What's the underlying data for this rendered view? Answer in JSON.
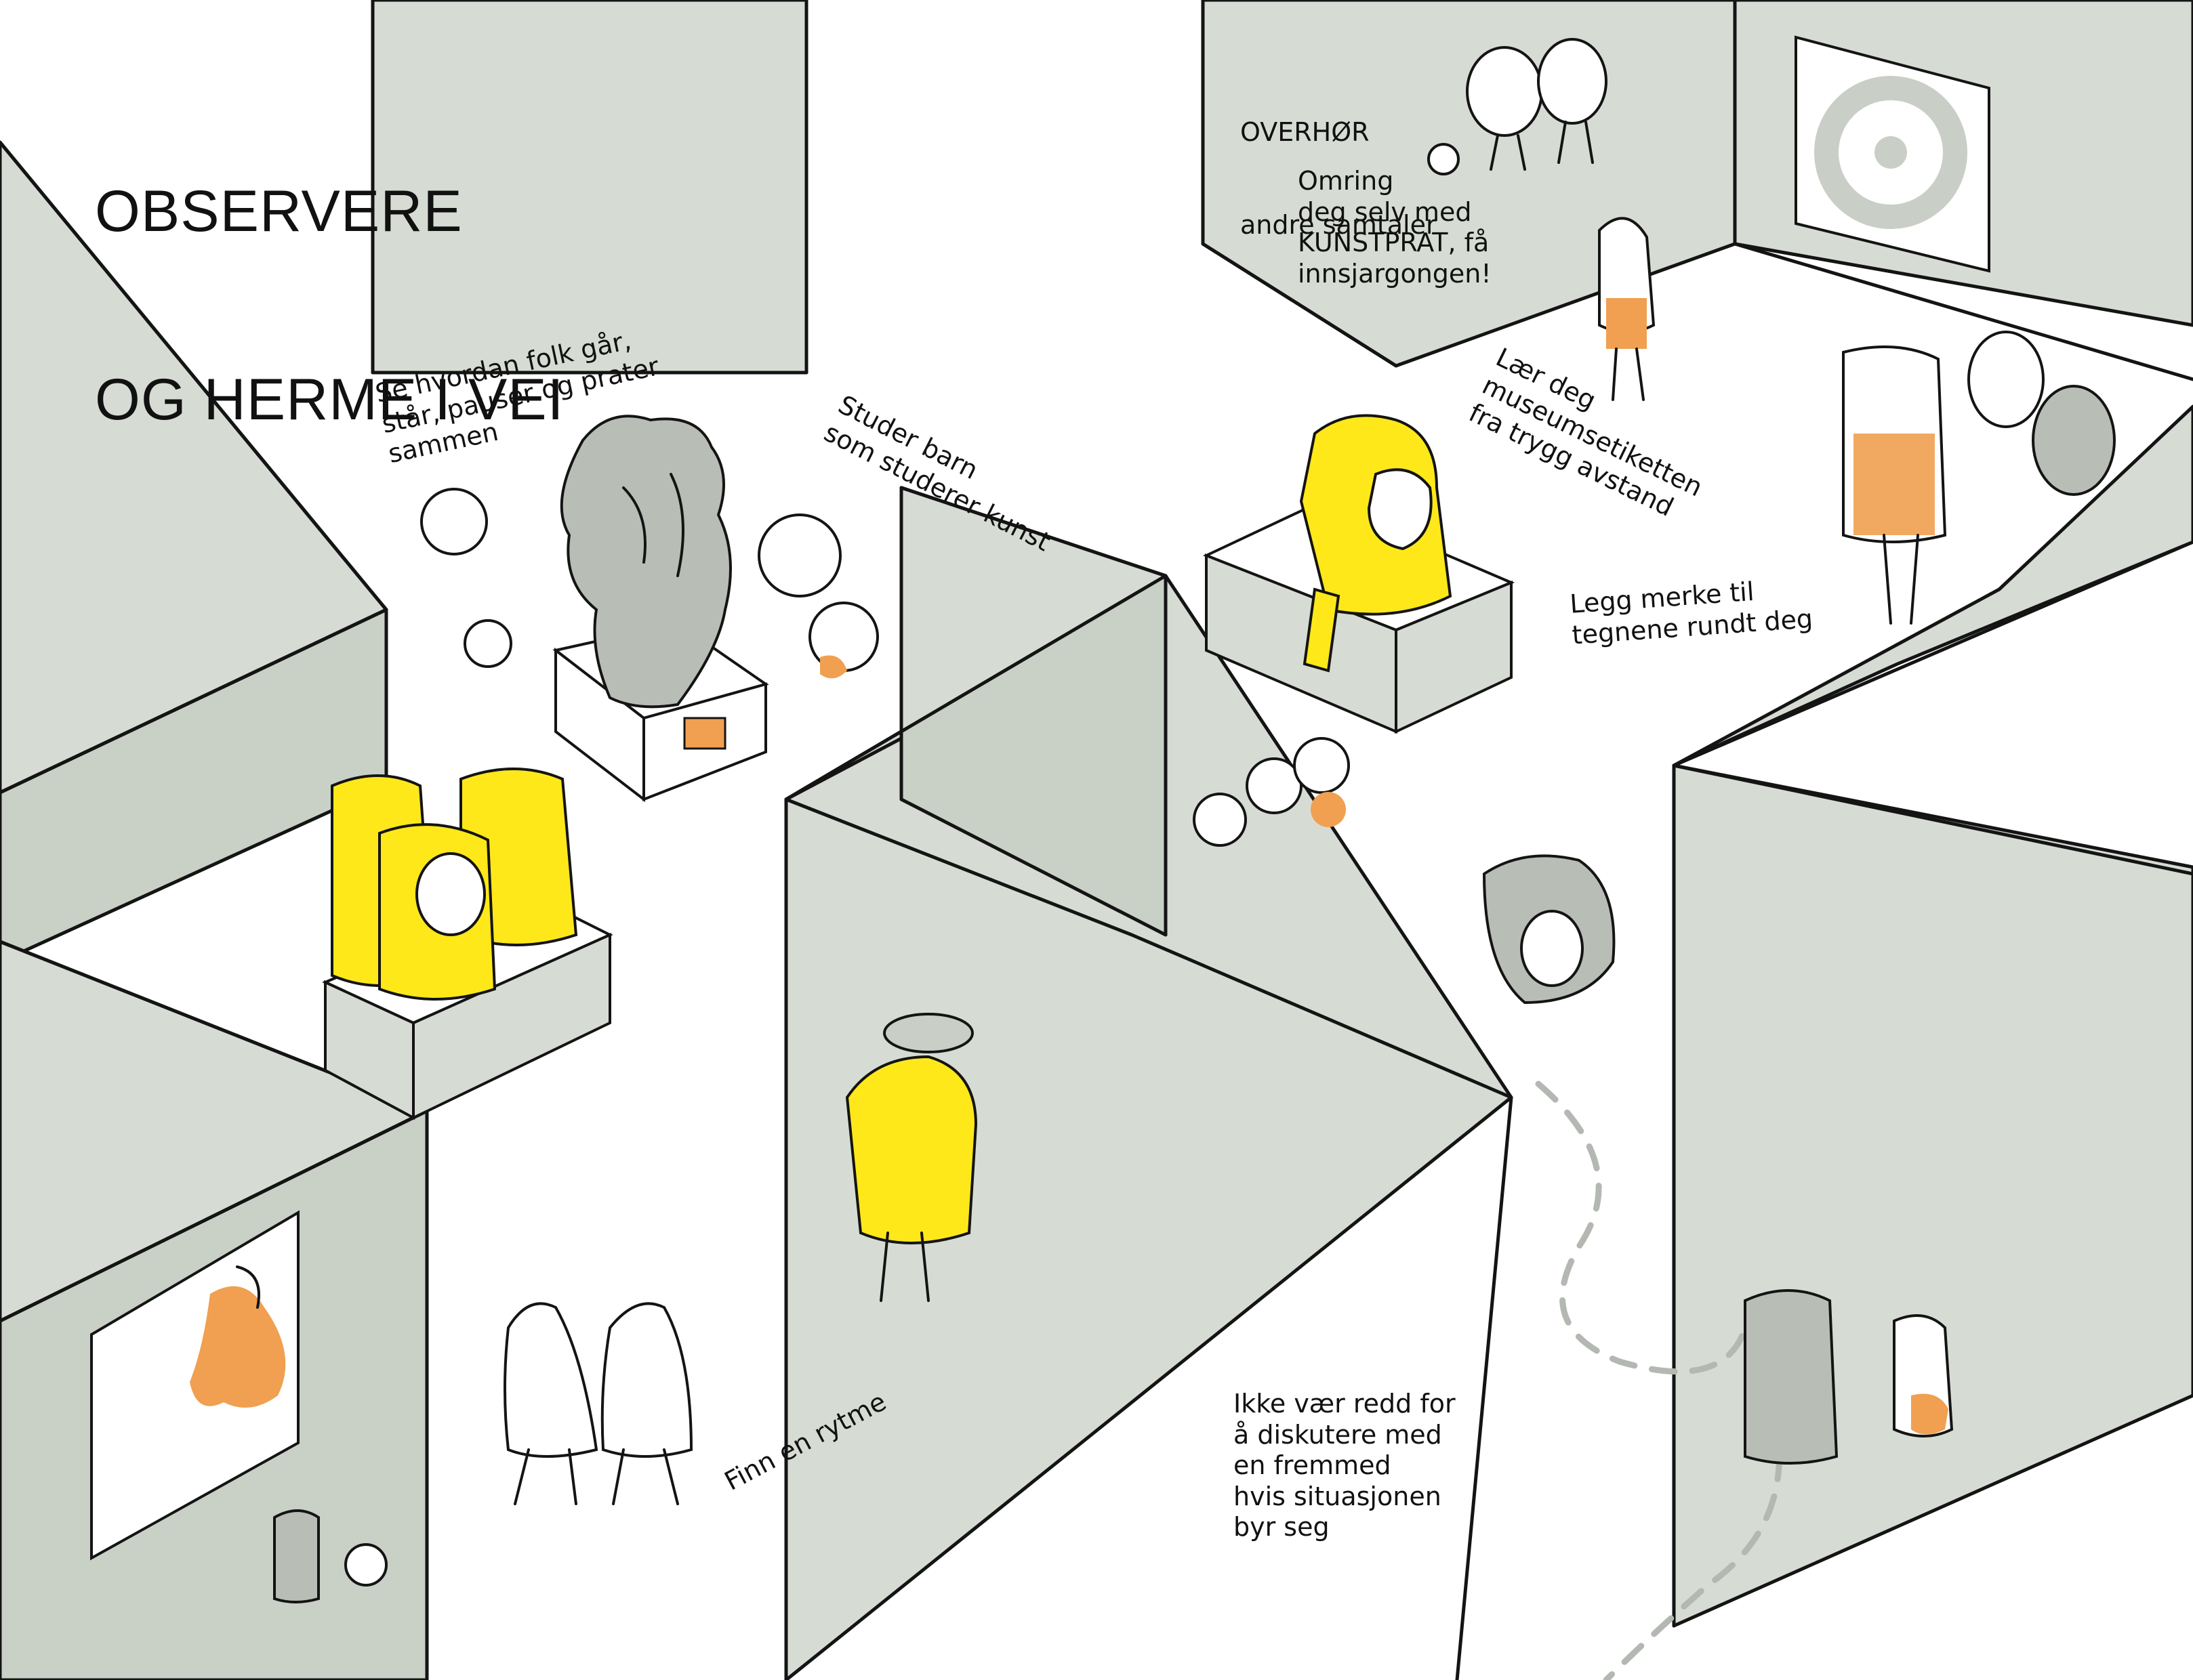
{
  "title": {
    "line1": "OBSERVERE",
    "line2": "OG HERME I VEI"
  },
  "tips": {
    "overhear_line1": "OVERHØR",
    "overhear_line2": "andre samtaler",
    "surround": "Omring\ndeg selv med\nKUNSTPRAT, få\ninnsjargongen!",
    "watch_people": "Se hvordan folk går,\nstår, pauser og prater\nsammen",
    "study_children": "Studer barn\nsom studerer kunst",
    "learn_etiquette": "Lær deg\nmuseumsetiketten\nfra trygg avstand",
    "notice_signs": "Legg merke til\ntegnene rundt deg",
    "find_rhythm": "Finn en rytme",
    "discuss_stranger": "Ikke vær redd for\nå diskutere med\nen fremmed\nhvis situasjonen\nbyr seg"
  },
  "colors": {
    "wall": "#d6dcd3",
    "floor": "#ffffff",
    "accent_yellow": "#ffe81a",
    "accent_orange": "#f0a050",
    "figure_grey": "#b8bdb5",
    "ink": "#141414"
  },
  "icons": {
    "target_artwork": "target-icon"
  }
}
